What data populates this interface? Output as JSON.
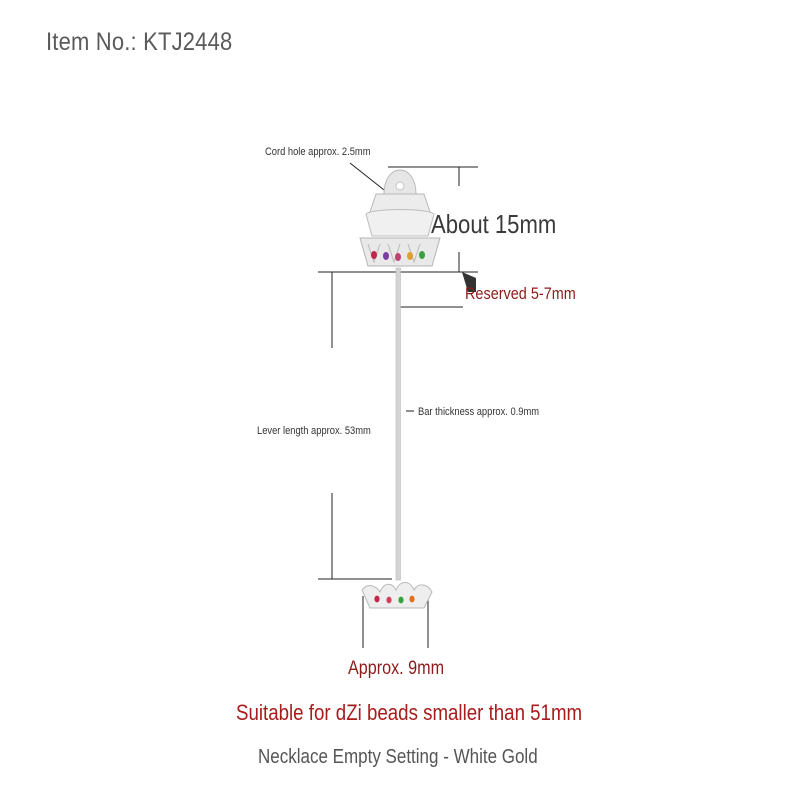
{
  "header": {
    "item_no": "Item No.: KTJ2448"
  },
  "dimensions": {
    "cord_hole": "Cord hole approx. 2.5mm",
    "head_height": "About 15mm",
    "reserved": "Reserved 5-7mm",
    "bar_thickness": "Bar thickness approx. 0.9mm",
    "lever_length": "Lever length approx. 53mm",
    "base_width": "Approx. 9mm"
  },
  "notes": {
    "suitability": "Suitable for dZi beads smaller than 51mm",
    "product_name": "Necklace Empty Setting - White Gold"
  },
  "colors": {
    "accent_red": "#a81c1c",
    "dark_red": "#8c1c1c",
    "silver": "#d8d8d8",
    "gems": [
      "#c0274a",
      "#7a3fa0",
      "#e0a030",
      "#3aa040",
      "#d04060",
      "#e07020"
    ]
  }
}
